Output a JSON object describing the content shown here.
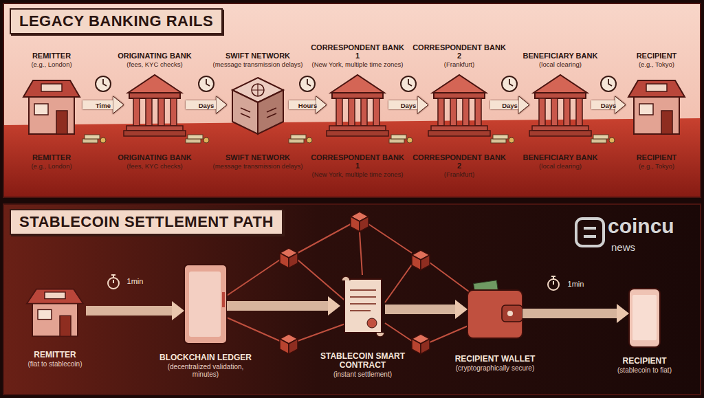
{
  "diagram": {
    "nodes": [
      {
        "text": [
          "LEGACY BANKING RAILS"
        ]
      },
      {
        "text": [
          "REMITTER",
          "(e.g., London)",
          "REMITTER",
          "(e.g., London)"
        ],
        "in": 0
      },
      {
        "text": [
          "ORIGINATING BANK",
          "(fees, KYC checks)",
          "ORIGINATING BANK",
          "(fees, KYC checks)"
        ],
        "in": 0
      },
      {
        "text": [
          "SWIFT NETWORK",
          "(message transmission delays)",
          "SWIFT NETWORK",
          "(message transmission delays)"
        ],
        "in": 0
      },
      {
        "text": [
          "CORRESPONDENT BANK 1",
          "(New York, multiple time zones)",
          "CORRESPONDENT BANK 1",
          "(New York, multiple time zones)"
        ],
        "in": 0
      },
      {
        "text": [
          "CORRESPONDENT BANK 2",
          "(Frankfurt)",
          "CORRESPONDENT BANK 2",
          "(Frankfurt)"
        ],
        "in": 0
      },
      {
        "text": [
          "BENEFICIARY BANK",
          "(local clearing)",
          "BENEFICIARY BANK",
          "(local clearing)"
        ],
        "in": 0
      },
      {
        "text": [
          "RECIPIENT",
          "(e.g., Tokyo)",
          "RECIPIENT",
          "(e.g., Tokyo)"
        ],
        "in": 0
      },
      {
        "text": [
          "STABLECOIN SETTLEMENT PATH"
        ]
      },
      {
        "text": [
          "REMITTER",
          "(fiat to stablecoin)"
        ],
        "in": 8
      },
      {
        "text": [
          "BLOCKCHAIN LEDGER",
          "(decentralized validation, minutes)"
        ],
        "in": 8
      },
      {
        "text": [
          "STABLECOIN SMART CONTRACT",
          "(instant settlement)"
        ],
        "in": 8
      },
      {
        "text": [
          "RECIPIENT WALLET",
          "(cryptographically secure)"
        ],
        "in": 8
      },
      {
        "text": [
          "RECIPIENT",
          "(stablecoin to fiat)"
        ],
        "in": 8
      }
    ],
    "edges": [
      {
        "from": 1,
        "to": 2,
        "label": "Time",
        "arrow": "to"
      },
      {
        "from": 2,
        "to": 3,
        "label": "Days",
        "arrow": "to"
      },
      {
        "from": 3,
        "to": 4,
        "label": "Hours",
        "arrow": "to"
      },
      {
        "from": 4,
        "to": 5,
        "label": "Days",
        "arrow": "to"
      },
      {
        "from": 5,
        "to": 6,
        "label": "Days",
        "arrow": "to"
      },
      {
        "from": 6,
        "to": 7,
        "label": "Days",
        "arrow": "to"
      },
      {
        "from": 9,
        "to": 10,
        "label": "1min",
        "arrow": "to"
      },
      {
        "from": 10,
        "to": 11,
        "arrow": "to"
      },
      {
        "from": 11,
        "to": 12,
        "arrow": "to"
      },
      {
        "from": 12,
        "to": 13,
        "label": "1min",
        "arrow": "to"
      }
    ],
    "labels": [
      "coincu",
      "news"
    ]
  }
}
